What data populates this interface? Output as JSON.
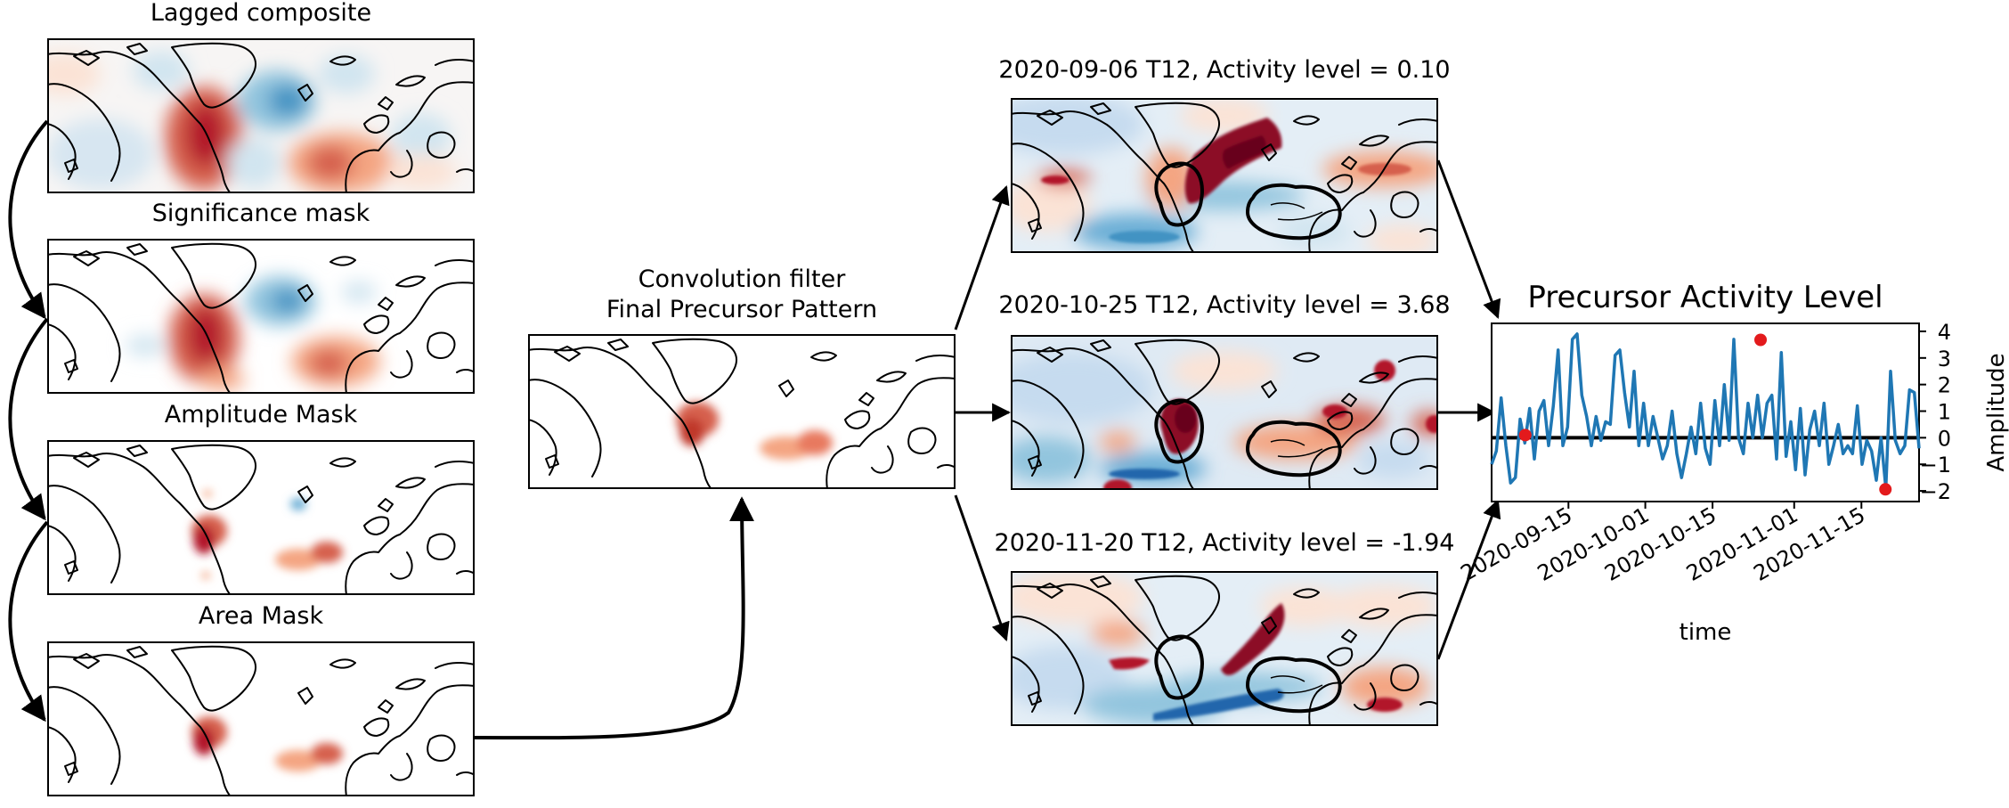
{
  "pipeline": {
    "steps": [
      {
        "title": "Lagged composite"
      },
      {
        "title": "Significance mask"
      },
      {
        "title": "Amplitude Mask"
      },
      {
        "title": "Area Mask"
      }
    ],
    "filter_title_line1": "Convolution filter",
    "filter_title_line2": "Final Precursor Pattern",
    "snapshots": [
      {
        "title": "2020-09-06 T12, Activity level = 0.10"
      },
      {
        "title": "2020-10-25 T12, Activity level = 3.68"
      },
      {
        "title": "2020-11-20 T12, Activity level = -1.94"
      }
    ]
  },
  "colors": {
    "positive": "#b2182b",
    "negative": "#2166ac",
    "line": "#1f77b4",
    "marker": "#e31a1c"
  },
  "chart_data": {
    "type": "line",
    "title": "Precursor Activity Level",
    "xlabel": "time",
    "ylabel": "Amplitude",
    "x_start": "2020-08-30",
    "x_end": "2020-11-27",
    "xticks": [
      "2020-09-15",
      "2020-10-01",
      "2020-10-15",
      "2020-11-01",
      "2020-11-15"
    ],
    "ylim": [
      -2.4,
      4.3
    ],
    "yticks": [
      4,
      3,
      2,
      1,
      0,
      -1,
      -2
    ],
    "zero_line": true,
    "series": [
      {
        "values": [
          -1.0,
          -0.5,
          1.5,
          -0.3,
          -1.7,
          -1.5,
          0.7,
          -0.2,
          1.1,
          -0.8,
          1.0,
          1.4,
          -0.3,
          1.2,
          3.3,
          -0.3,
          0.4,
          3.7,
          3.9,
          1.6,
          0.8,
          -0.3,
          0.8,
          -0.1,
          0.6,
          0.5,
          3.1,
          3.3,
          1.7,
          0.4,
          2.5,
          -0.3,
          1.3,
          -0.3,
          0.8,
          0.0,
          -0.8,
          -0.3,
          1.0,
          -0.6,
          -1.5,
          -0.6,
          0.4,
          -0.6,
          1.3,
          -0.4,
          -1.0,
          1.4,
          -0.3,
          2.0,
          -0.1,
          3.7,
          0.0,
          -0.6,
          1.3,
          0.0,
          1.6,
          0.0,
          1.3,
          1.6,
          -0.8,
          3.2,
          -0.7,
          0.6,
          -1.2,
          1.1,
          -1.4,
          0.3,
          1.0,
          -0.3,
          1.3,
          -1.0,
          -0.3,
          0.5,
          -0.6,
          -0.3,
          -0.6,
          1.2,
          -1.0,
          -0.1,
          -0.5,
          -1.6,
          0.0,
          -1.9,
          2.5,
          -0.1,
          -0.6,
          -0.3,
          1.8,
          1.7,
          -0.4
        ]
      }
    ],
    "highlighted": [
      {
        "date": "2020-09-06",
        "value": 0.1
      },
      {
        "date": "2020-10-25",
        "value": 3.68
      },
      {
        "date": "2020-11-20",
        "value": -1.94
      }
    ]
  }
}
